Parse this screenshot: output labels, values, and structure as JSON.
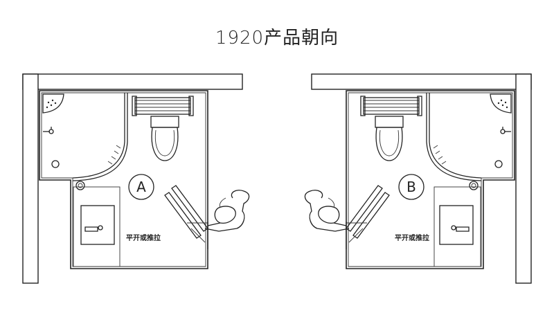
{
  "title": "1920产品朝向",
  "units": [
    {
      "zone_label": "A",
      "door_label": "平开或推拉"
    },
    {
      "zone_label": "B",
      "door_label": "平开或推拉"
    }
  ]
}
